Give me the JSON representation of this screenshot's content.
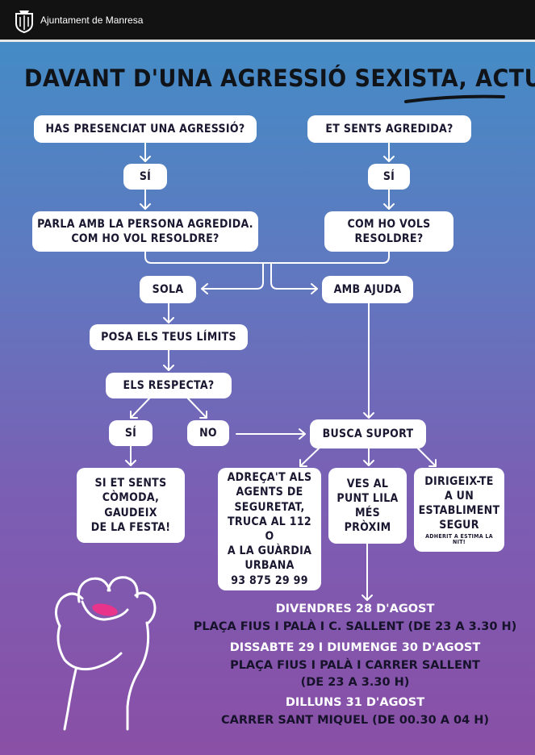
{
  "header": {
    "org_name": "Ajuntament de Manresa",
    "logo_icon": "municipal-shield-icon"
  },
  "title": {
    "main": "DAVANT D'UNA AGRESSIÓ SEXISTA,",
    "emphasis": "ACTUA!"
  },
  "flowchart": {
    "q_witness": "HAS PRESENCIAT UNA AGRESSIÓ?",
    "q_victim": "ET SENTS AGREDIDA?",
    "yes_left": "SÍ",
    "yes_right": "SÍ",
    "talk_to_victim": [
      "PARLA AMB LA PERSONA AGREDIDA.",
      "COM HO VOL RESOLDRE?"
    ],
    "how_resolve": [
      "COM HO VOLS",
      "RESOLDRE?"
    ],
    "alone": "SOLA",
    "with_help": "AMB AJUDA",
    "set_limits": "POSA ELS TEUS LÍMITS",
    "respects": "ELS RESPECTA?",
    "yes": "SÍ",
    "no": "NO",
    "seek_support": "BUSCA SUPORT",
    "enjoy": [
      "SI ET SENTS",
      "CÒMODA,",
      "GAUDEIX",
      "DE LA FESTA!"
    ],
    "agents": [
      "ADREÇA'T ALS",
      "AGENTS DE",
      "SEGURETAT,",
      "TRUCA AL 112 O",
      "A LA GUÀRDIA",
      "URBANA",
      "93 875 29 99"
    ],
    "purple_point": [
      "VES AL",
      "PUNT LILA",
      "MÉS",
      "PRÒXIM"
    ],
    "safe_place": [
      "DIRIGEIX-TE",
      "A UN",
      "ESTABLIMENT",
      "SEGUR"
    ],
    "safe_place_note": "ADHERIT A ESTIMA LA NIT!"
  },
  "schedule": [
    {
      "day": "DIVENDRES 28 D'AGOST",
      "lines": [
        "PLAÇA FIUS I PALÀ I C. SALLENT (DE 23 A 3.30 H)"
      ]
    },
    {
      "day": "DISSABTE 29 I DIUMENGE 30 D'AGOST",
      "lines": [
        "PLAÇA FIUS I PALÀ I CARRER SALLENT",
        "(DE 23 A 3.30 H)"
      ]
    },
    {
      "day": "DILLUNS 31 D'AGOST",
      "lines": [
        "CARRER SANT MIQUEL (DE 00.30 A 04 H)"
      ]
    }
  ],
  "illustration": {
    "icon": "raised-fist-icon"
  },
  "colors": {
    "bar": "#121212",
    "gradient_top": "#3f8fc6",
    "gradient_bottom": "#8a4fa6",
    "nail": "#e8348a"
  }
}
